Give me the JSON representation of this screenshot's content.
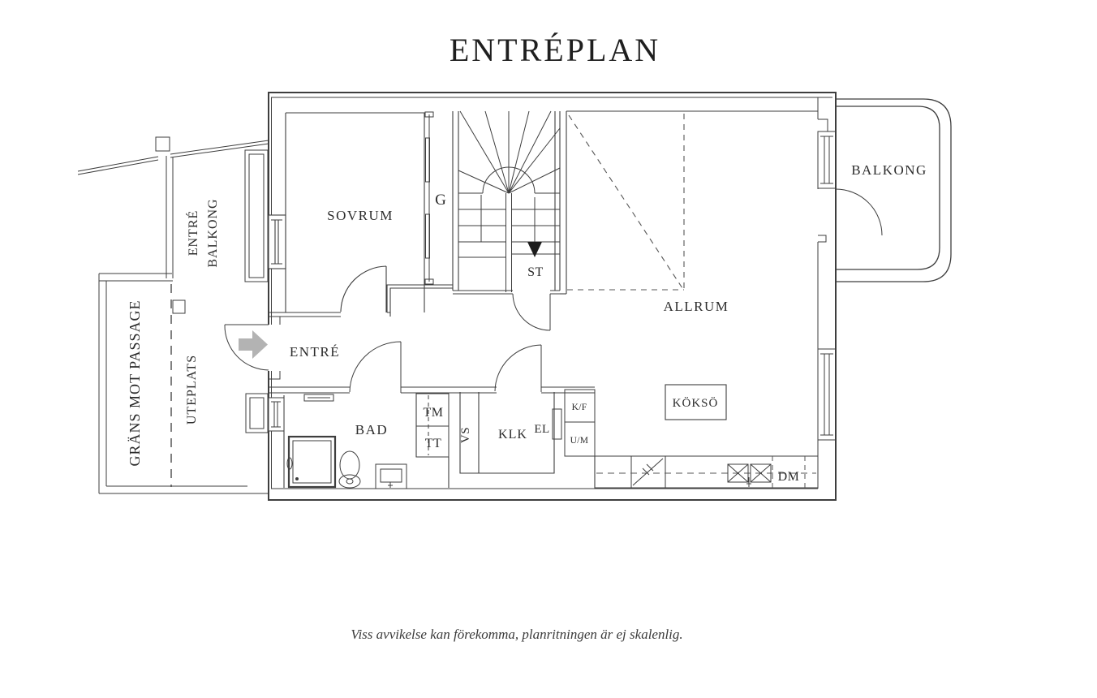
{
  "title": "ENTRÉPLAN",
  "footer": "Viss avvikelse kan förekomma, planritningen är ej skalenlig.",
  "rooms": {
    "sovrum": "SOVRUM",
    "allrum": "ALLRUM",
    "entre": "ENTRÉ",
    "bad": "BAD",
    "klk": "KLK",
    "balkong": "BALKONG",
    "stair_closet": "ST",
    "wardrobe": "G"
  },
  "outdoor": {
    "entre_balkong_line1": "ENTRÉ",
    "entre_balkong_line2": "BALKONG",
    "uteplats": "UTEPLATS",
    "grans_mot_passage": "GRÄNS MOT PASSAGE"
  },
  "appliances": {
    "tm": "TM",
    "tt": "TT",
    "vs": "VS",
    "el": "EL",
    "kf": "K/F",
    "um": "U/M",
    "dm": "DM",
    "kokso": "KÖKSÖ"
  },
  "colors": {
    "line": "#3e3e3e",
    "text": "#2c2c2c",
    "entrance_arrow": "#b3b3b3"
  }
}
